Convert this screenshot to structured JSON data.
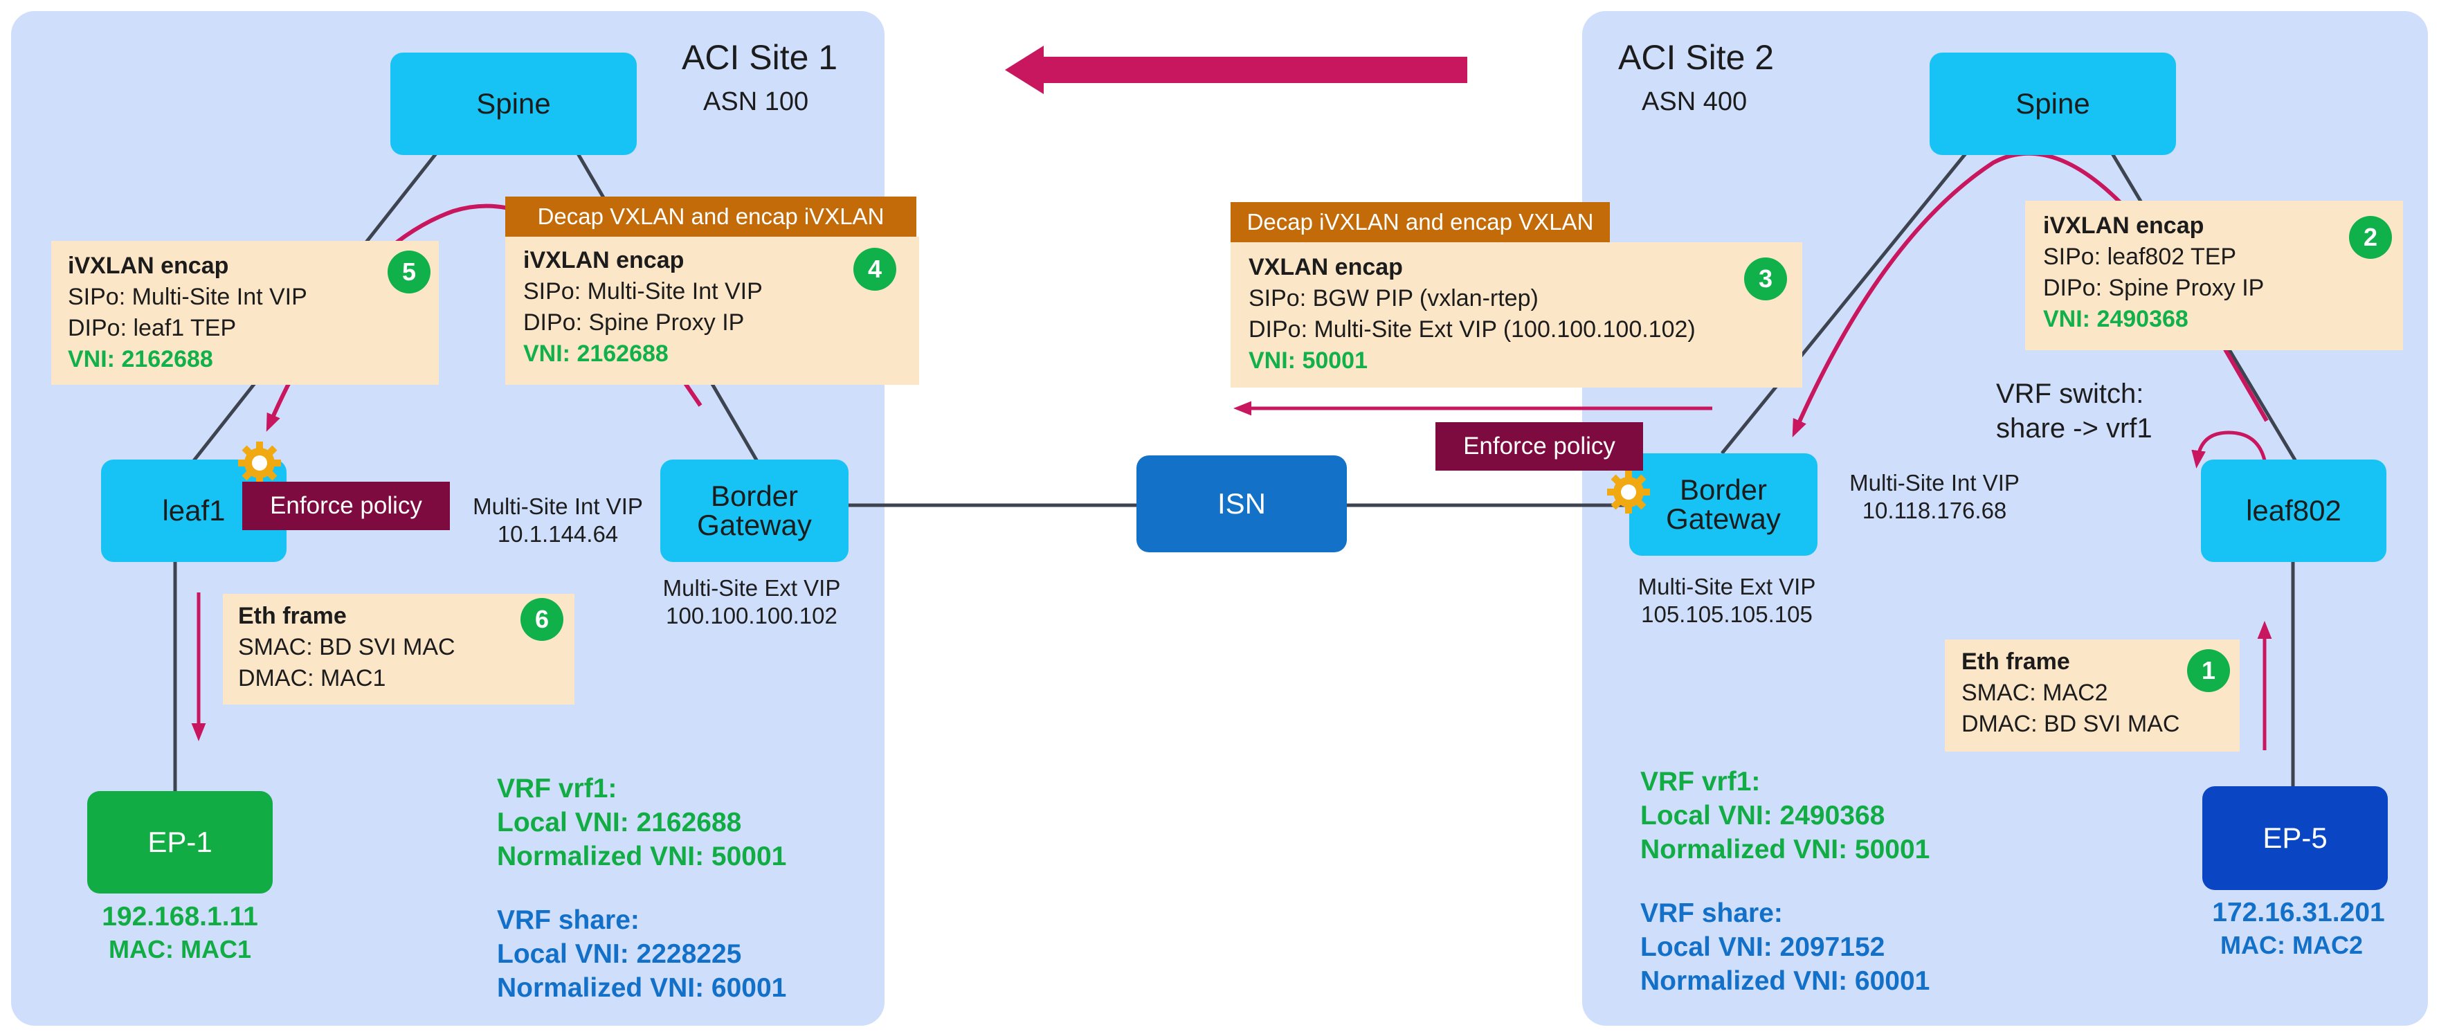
{
  "colors": {
    "site_bg": "#cfdefb",
    "node_cyan": "#17c3f5",
    "isn_blue": "#1372c7",
    "ep1_green": "#12ac45",
    "ep5_blue": "#0a46c4",
    "box_bg": "#fce6c8",
    "orange_bar": "#c46b09",
    "policy_bg": "#7e0b3f",
    "arrow_magenta": "#c8175f",
    "badge_green": "#10b04a",
    "vni_green": "#11b04a",
    "text_blue": "#1270c8"
  },
  "site1": {
    "title": "ACI Site 1",
    "asn": "ASN 100",
    "spine": "Spine",
    "leaf": "leaf1",
    "border_gateway": "Border\nGateway",
    "int_vip_label": "Multi-Site Int VIP\n10.1.144.64",
    "ext_vip_label": "Multi-Site Ext VIP\n100.100.100.102",
    "enforce_policy": "Enforce policy",
    "decap_bar": "Decap VXLAN and encap iVXLAN",
    "ep": {
      "name": "EP-1",
      "ip": "192.168.1.11",
      "mac": "MAC: MAC1"
    },
    "box4": {
      "step": "4",
      "title": "iVXLAN encap",
      "line1": "SIPo: Multi-Site Int VIP",
      "line2": "DIPo: Spine Proxy IP",
      "vni": "VNI: 2162688"
    },
    "box5": {
      "step": "5",
      "title": "iVXLAN encap",
      "line1": "SIPo: Multi-Site Int VIP",
      "line2": "DIPo: leaf1 TEP",
      "vni": "VNI: 2162688"
    },
    "box6": {
      "step": "6",
      "title": "Eth frame",
      "line1": "SMAC: BD SVI MAC",
      "line2": "DMAC: MAC1"
    },
    "vrf1": "VRF vrf1:\nLocal VNI: 2162688\nNormalized VNI: 50001",
    "vrf_share": "VRF share:\nLocal VNI: 2228225\nNormalized VNI: 60001"
  },
  "isn": "ISN",
  "site2": {
    "title": "ACI Site 2",
    "asn": "ASN 400",
    "spine": "Spine",
    "leaf": "leaf802",
    "border_gateway": "Border\nGateway",
    "int_vip_label": "Multi-Site Int VIP\n10.118.176.68",
    "ext_vip_label": "Multi-Site Ext VIP\n105.105.105.105",
    "enforce_policy": "Enforce policy",
    "decap_bar": "Decap iVXLAN and encap VXLAN",
    "vrf_switch": "VRF switch:\nshare -> vrf1",
    "ep": {
      "name": "EP-5",
      "ip": "172.16.31.201",
      "mac": "MAC: MAC2"
    },
    "box1": {
      "step": "1",
      "title": "Eth frame",
      "line1": "SMAC: MAC2",
      "line2": "DMAC: BD SVI MAC"
    },
    "box2": {
      "step": "2",
      "title": "iVXLAN encap",
      "line1": "SIPo: leaf802 TEP",
      "line2": "DIPo: Spine Proxy IP",
      "vni": "VNI: 2490368"
    },
    "box3": {
      "step": "3",
      "title": "VXLAN encap",
      "line1": "SIPo: BGW PIP (vxlan-rtep)",
      "line2": "DIPo:  Multi-Site Ext VIP (100.100.100.102)",
      "vni": "VNI: 50001"
    },
    "vrf1": "VRF vrf1:\nLocal VNI: 2490368\nNormalized VNI: 50001",
    "vrf_share": "VRF share:\nLocal VNI: 2097152\nNormalized VNI: 60001"
  }
}
